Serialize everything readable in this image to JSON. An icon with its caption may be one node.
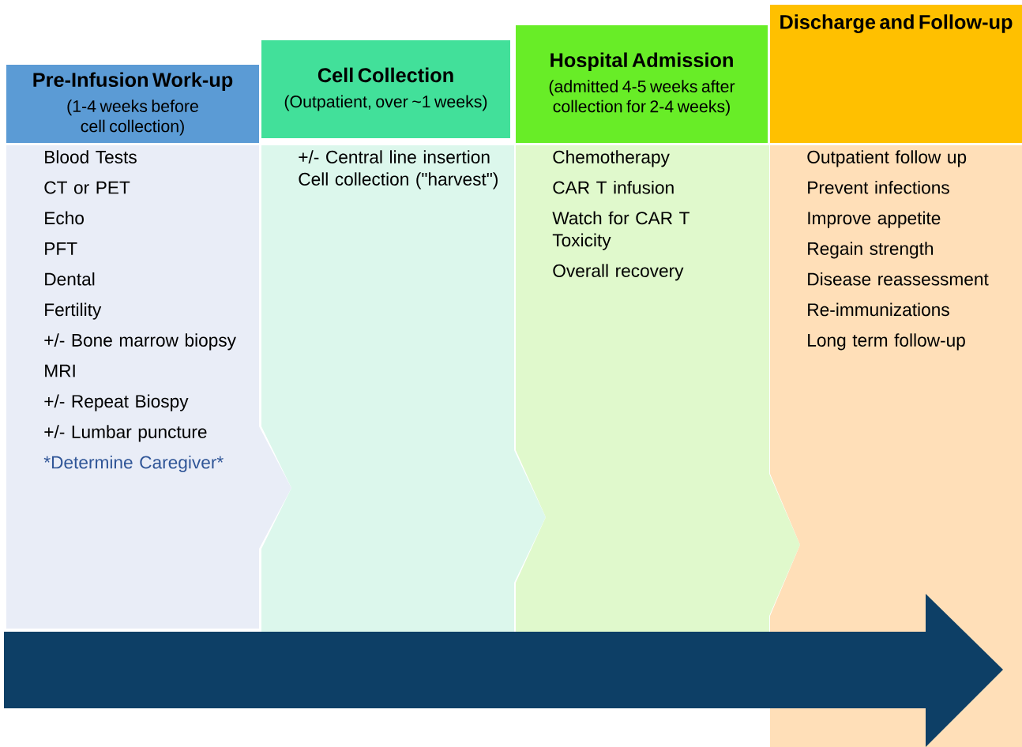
{
  "diagram": {
    "nodes": [
      {
        "text": [
          "Pre-Infusion Work-up",
          "(1-4 weeks before cell collection)"
        ]
      },
      {
        "text": [
          "Cell Collection",
          "(Outpatient, over ~1 weeks)"
        ]
      },
      {
        "text": [
          "Hospital Admission",
          "(admitted 4-5 weeks after collection for 2-4 weeks)"
        ]
      },
      {
        "text": [
          "Discharge and Follow-up"
        ]
      },
      {
        "text": [
          "Blood Tests",
          "CT or PET",
          "Echo",
          "PFT",
          "Dental",
          "Fertility",
          "+/- Bone marrow biopsy",
          "MRI",
          "+/- Repeat Biospy",
          "+/- Lumbar puncture",
          "*Determine Caregiver*"
        ]
      },
      {
        "text": [
          "+/- Central line insertion Cell collection (\"harvest\")"
        ]
      },
      {
        "text": [
          "Chemotherapy",
          "CAR T infusion",
          "Watch for CAR T Toxicity",
          "Overall recovery"
        ]
      },
      {
        "text": [
          "Outpatient follow up",
          "Prevent infections",
          "Improve appetite",
          "Regain strength",
          "Disease reassessment",
          "Re-immunizations",
          "Long term follow-up"
        ]
      }
    ]
  }
}
